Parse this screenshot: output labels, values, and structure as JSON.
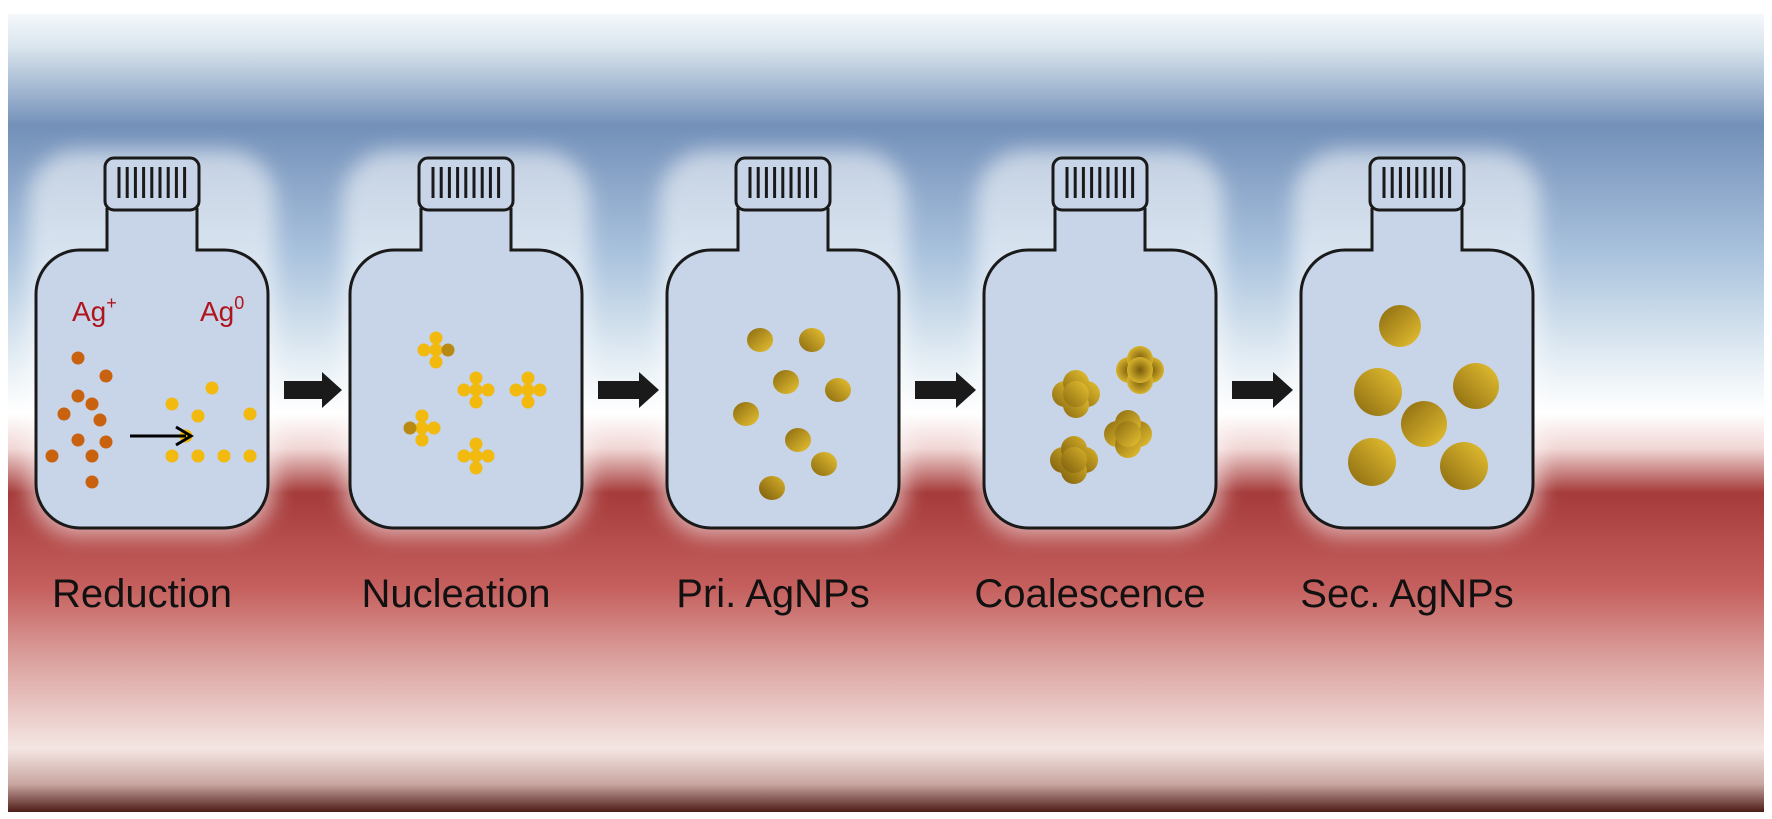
{
  "stages": [
    {
      "label": "Reduction"
    },
    {
      "label": "Nucleation"
    },
    {
      "label": "Pri. AgNPs"
    },
    {
      "label": "Coalescence"
    },
    {
      "label": "Sec. AgNPs"
    }
  ],
  "ions": {
    "left": {
      "base": "Ag",
      "sup": "+"
    },
    "right": {
      "base": "Ag",
      "sup": "0"
    }
  },
  "colors": {
    "sky_top": "#dbe6ee",
    "sky_mid": "#6f8db8",
    "band_red": "#b94f4f",
    "band_dark": "#6e1f1f",
    "bottle_fill": "#c8d4e8",
    "bottle_stroke": "#1a1a1a",
    "ion_plus": "#c8620e",
    "ion_zero": "#f2b90f",
    "gold_light": "#e8c232",
    "gold_dark": "#8a6a10",
    "ion_text": "#b0141c",
    "arrow": "#1a1a1a"
  },
  "icons": [
    "bottle-icon",
    "cap-icon",
    "process-arrow-icon",
    "reaction-arrow-icon"
  ]
}
